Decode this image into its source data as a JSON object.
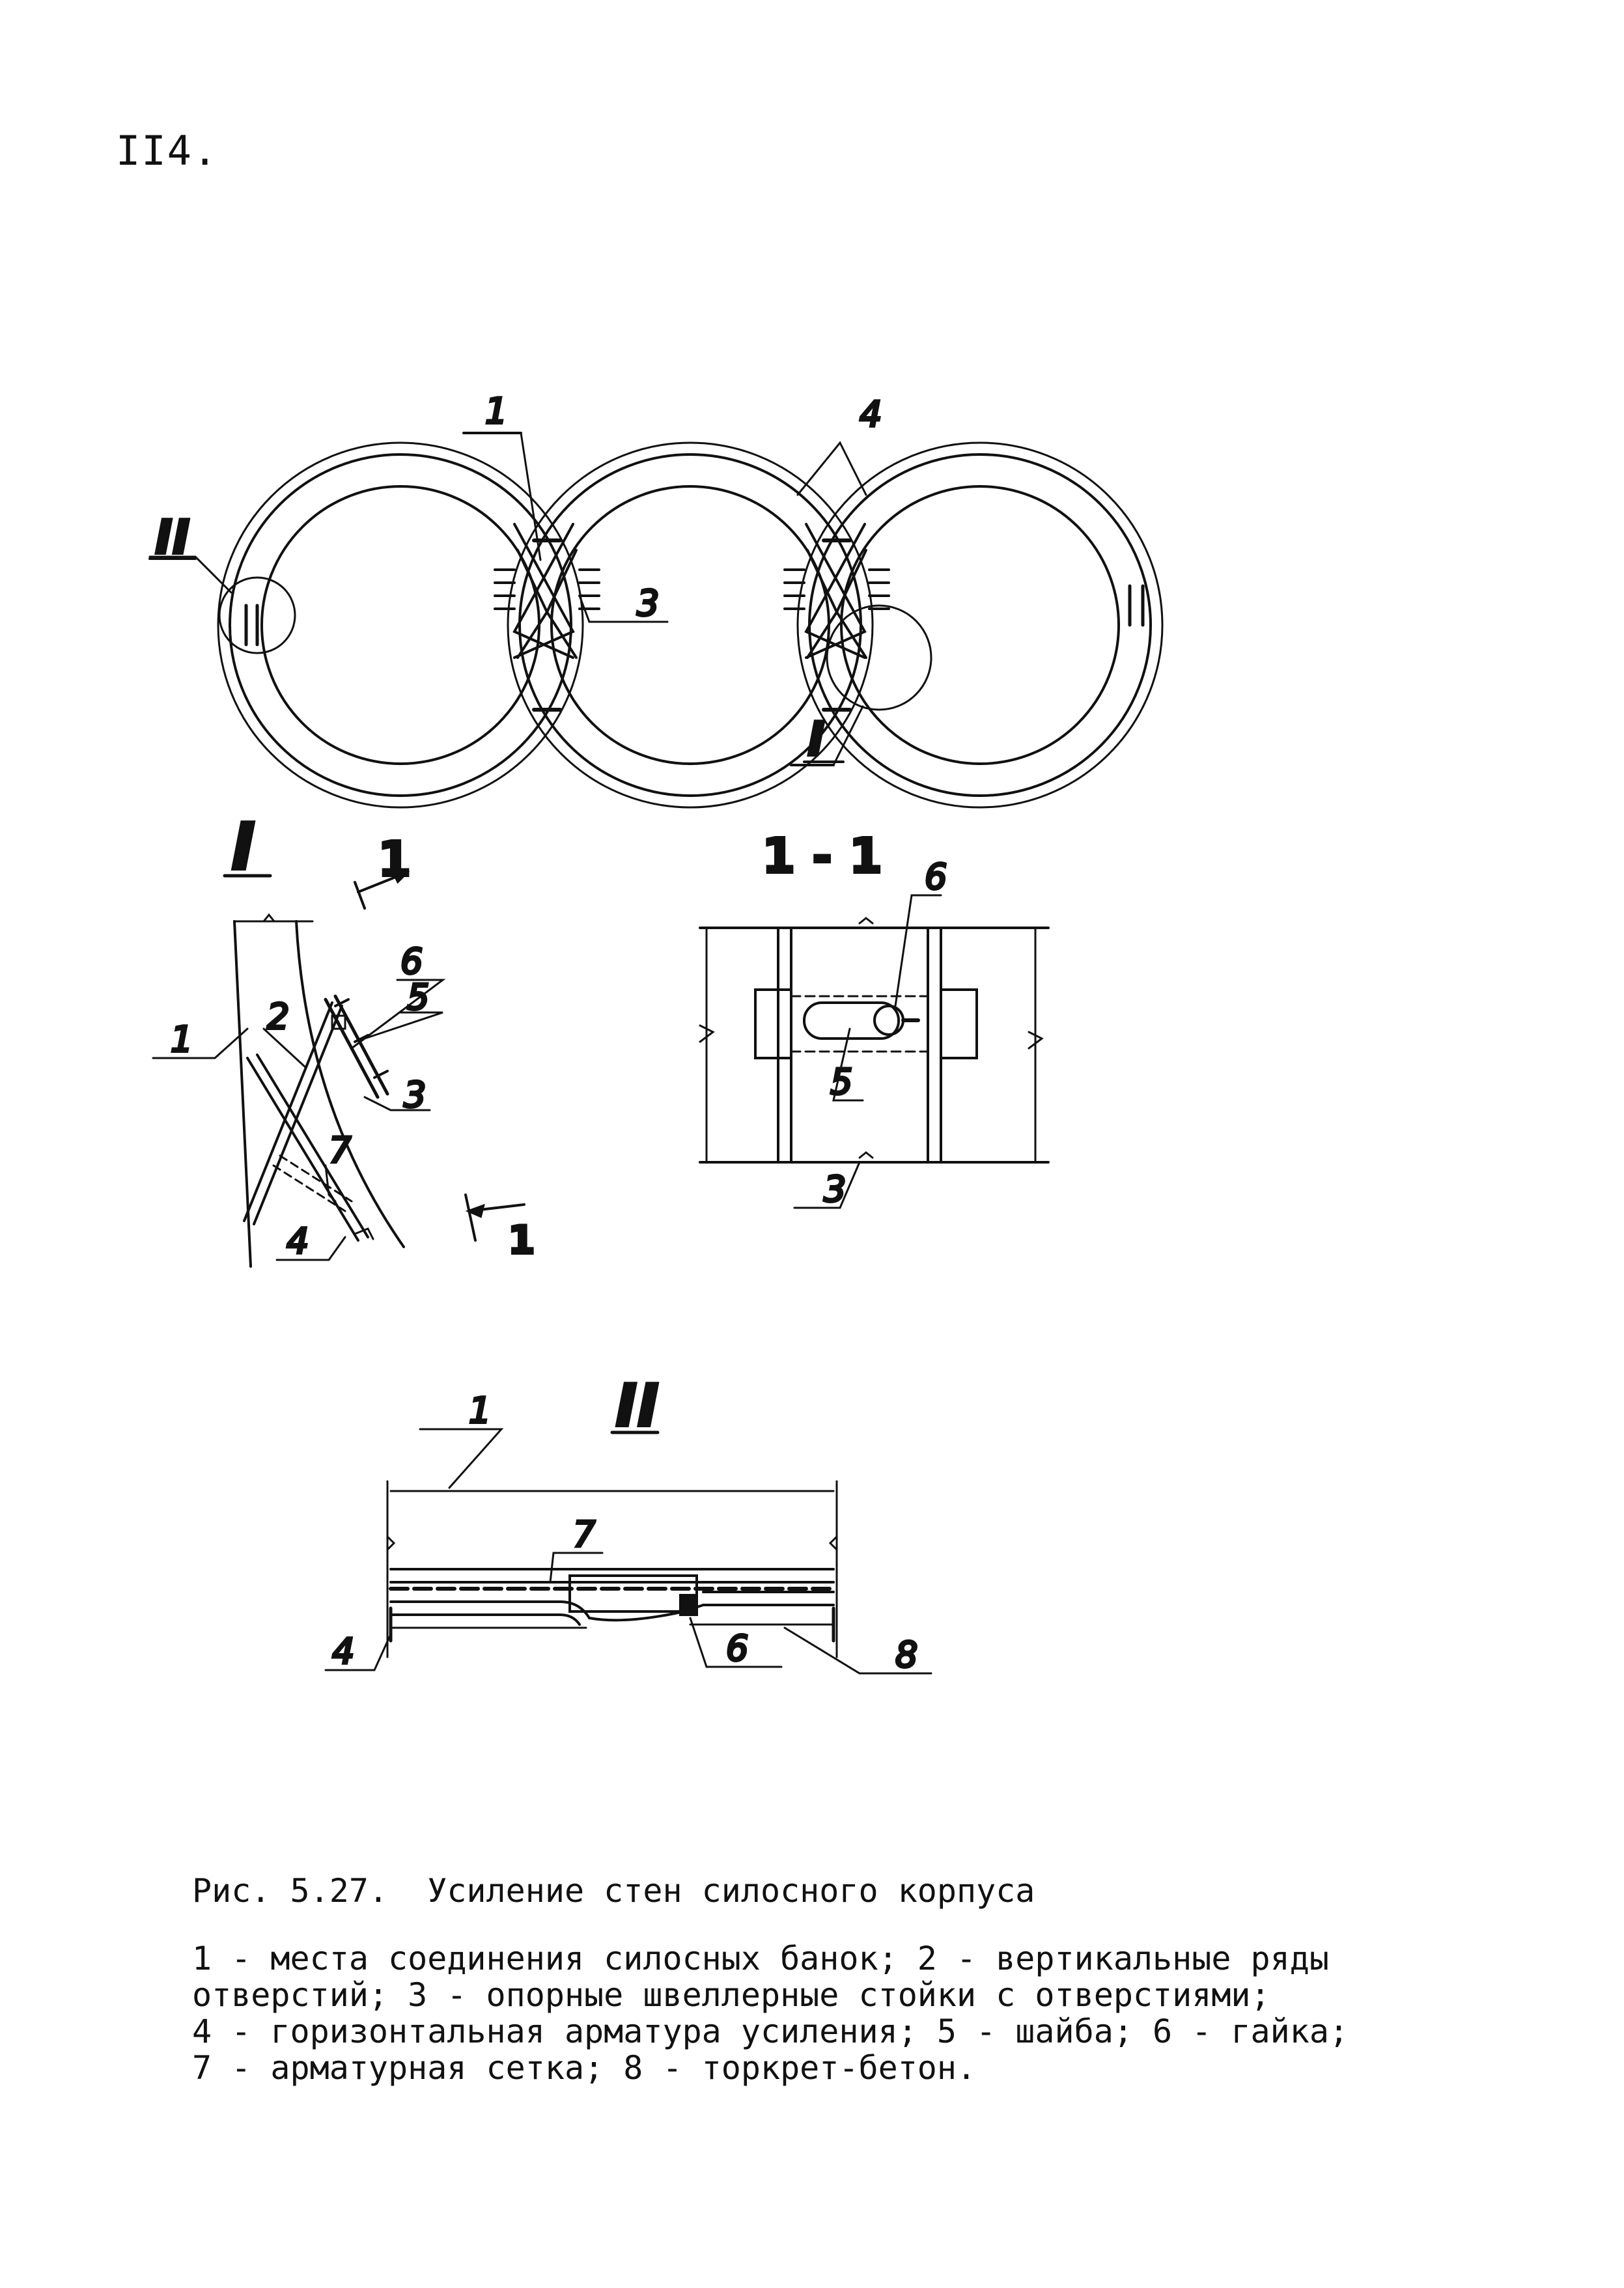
{
  "page": {
    "number": "II4."
  },
  "figure": {
    "caption": "Рис. 5.27.  Усиление стен силосного корпуса",
    "legend_lines": [
      "1 - места соединения силосных банок; 2 - вертикальные ряды",
      "отверстий; 3 - опорные швеллерные стойки с отверстиями;",
      "4 - горизонтальная арматура усиления; 5 - шайба; 6 - гайка;",
      "7 - арматурная сетка; 8 - торкрет-бетон."
    ]
  },
  "plan": {
    "labels": {
      "joint": "1",
      "channel": "3",
      "rebar": "4",
      "detail_I": "I",
      "detail_II": "II"
    }
  },
  "detail_I": {
    "title": "I",
    "labels": {
      "n1": "1",
      "n2": "2",
      "n3": "3",
      "n4": "4",
      "n5": "5",
      "n6": "6",
      "n7": "7",
      "sec_top": "1",
      "sec_bottom": "1"
    }
  },
  "section_1_1": {
    "title": "1 - 1",
    "labels": {
      "n3": "3",
      "n5": "5",
      "n6": "6"
    }
  },
  "detail_II": {
    "title": "II",
    "labels": {
      "n1": "1",
      "n4": "4",
      "n6": "6",
      "n7": "7",
      "n8": "8"
    }
  }
}
